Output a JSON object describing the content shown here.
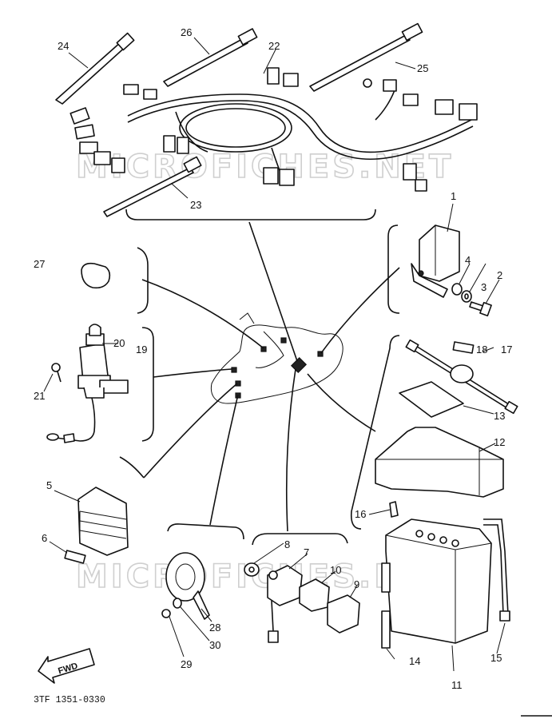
{
  "labels": {
    "p1": "1",
    "p2": "2",
    "p3": "3",
    "p4": "4",
    "p5": "5",
    "p6": "6",
    "p7": "7",
    "p8": "8",
    "p9": "9",
    "p10": "10",
    "p11": "11",
    "p12": "12",
    "p13": "13",
    "p14": "14",
    "p15": "15",
    "p16": "16",
    "p17": "17",
    "p18": "18",
    "p19": "19",
    "p20": "20",
    "p21": "21",
    "p22": "22",
    "p23": "23",
    "p24": "24",
    "p25": "25",
    "p26": "26",
    "p27": "27",
    "p28": "28",
    "p29": "29",
    "p30": "30"
  },
  "fwd": "FWD",
  "code": "3TF 1351-0330",
  "watermark": "MICROFICHES.NET"
}
